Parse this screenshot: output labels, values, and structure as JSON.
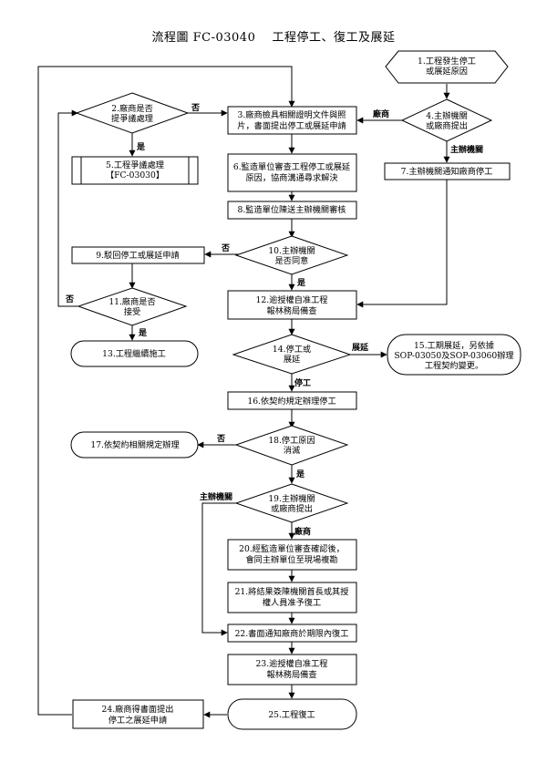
{
  "title": "流程圖 FC-03040　 工程停工、復工及展延",
  "nodes": {
    "n1": [
      "1.工程發生停工",
      "或展延原因"
    ],
    "n2": [
      "2.廠商是否",
      "提爭議處理"
    ],
    "n3": [
      "3.廠商檢具相關證明文件與照",
      "片，書面提出停工或展延申請"
    ],
    "n4": [
      "4.主辦機關",
      "或廠商提出"
    ],
    "n5": [
      "5.工程爭議處理",
      "【FC-03030】"
    ],
    "n6": [
      "6.監造單位審查工程停工或展延",
      "原因，協商溝通尋求解決"
    ],
    "n7": [
      "7.主辦機關通知廠商停工"
    ],
    "n8": [
      "8.監造單位陳送主辦機關審核"
    ],
    "n9": [
      "9.駁回停工或展延申請"
    ],
    "n10": [
      "10.主辦機關",
      "是否同意"
    ],
    "n11": [
      "11.廠商是否",
      "接受"
    ],
    "n12": [
      "12.逾授權自准工程",
      "報林務局備查"
    ],
    "n13": [
      "13.工程繼續施工"
    ],
    "n14": [
      "14.停工或",
      "展延"
    ],
    "n15": [
      "15.工期展延，另依據",
      "SOP-03050及SOP-03060辦理",
      "工程契約變更。"
    ],
    "n16": [
      "16.依契約規定辦理停工"
    ],
    "n17": [
      "17.依契約相關規定辦理"
    ],
    "n18": [
      "18.停工原因",
      "消滅"
    ],
    "n19": [
      "19.主辦機關",
      "或廠商提出"
    ],
    "n20": [
      "20.經監造單位審查確認後，",
      "會同主辦單位至現場複勘"
    ],
    "n21": [
      "21.將結果簽陳機關首長或其授",
      "權人員准予復工"
    ],
    "n22": [
      "22.書面通知廠商於期限內復工"
    ],
    "n23": [
      "23.逾授權自准工程",
      "報林務局備查"
    ],
    "n24": [
      "24.廠商得書面提出",
      "停工之展延申請"
    ],
    "n25": [
      "25.工程復工"
    ]
  },
  "edge_labels": {
    "no_2": "否",
    "yes_2": "是",
    "vendor_4": "廠商",
    "agency_4": "主辦機關",
    "no_10": "否",
    "yes_10": "是",
    "no_11": "否",
    "yes_11": "是",
    "ext_14": "展延",
    "stop_14": "停工",
    "no_18": "否",
    "yes_18": "是",
    "agency_19": "主辦機關",
    "vendor_19": "廠商"
  }
}
